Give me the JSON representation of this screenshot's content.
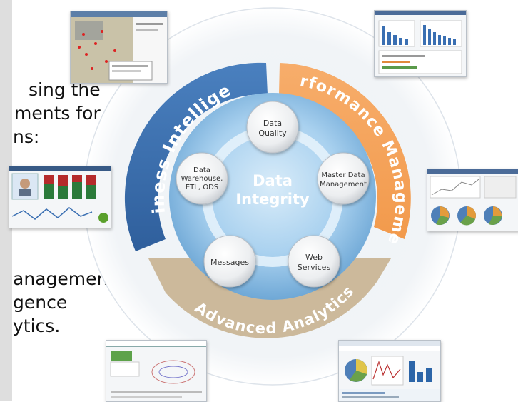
{
  "intro_text": {
    "line1": "sing the",
    "line2": "ments for",
    "line3": "ns:"
  },
  "bottom_text": {
    "line1": "anagement",
    "line2": "gence",
    "line3": "ytics."
  },
  "ring": {
    "business_intelligence": "Business Intelligence",
    "performance_management": "Performance Management",
    "advanced_analytics": "Advanced Analytics"
  },
  "center": {
    "line1": "Data",
    "line2": "Integrity"
  },
  "nodes": {
    "data_quality": [
      "Data",
      "Quality"
    ],
    "master_data": [
      "Master Data",
      "Management"
    ],
    "web_services": [
      "Web",
      "Services"
    ],
    "messages": [
      "Messages"
    ],
    "data_warehouse": [
      "Data",
      "Warehouse,",
      "ETL, ODS"
    ]
  },
  "colors": {
    "bi_blue": "#3d6fae",
    "pm_orange": "#f5a25a",
    "aa_tan": "#c8b394",
    "center_blue": "#1f6ba9"
  }
}
